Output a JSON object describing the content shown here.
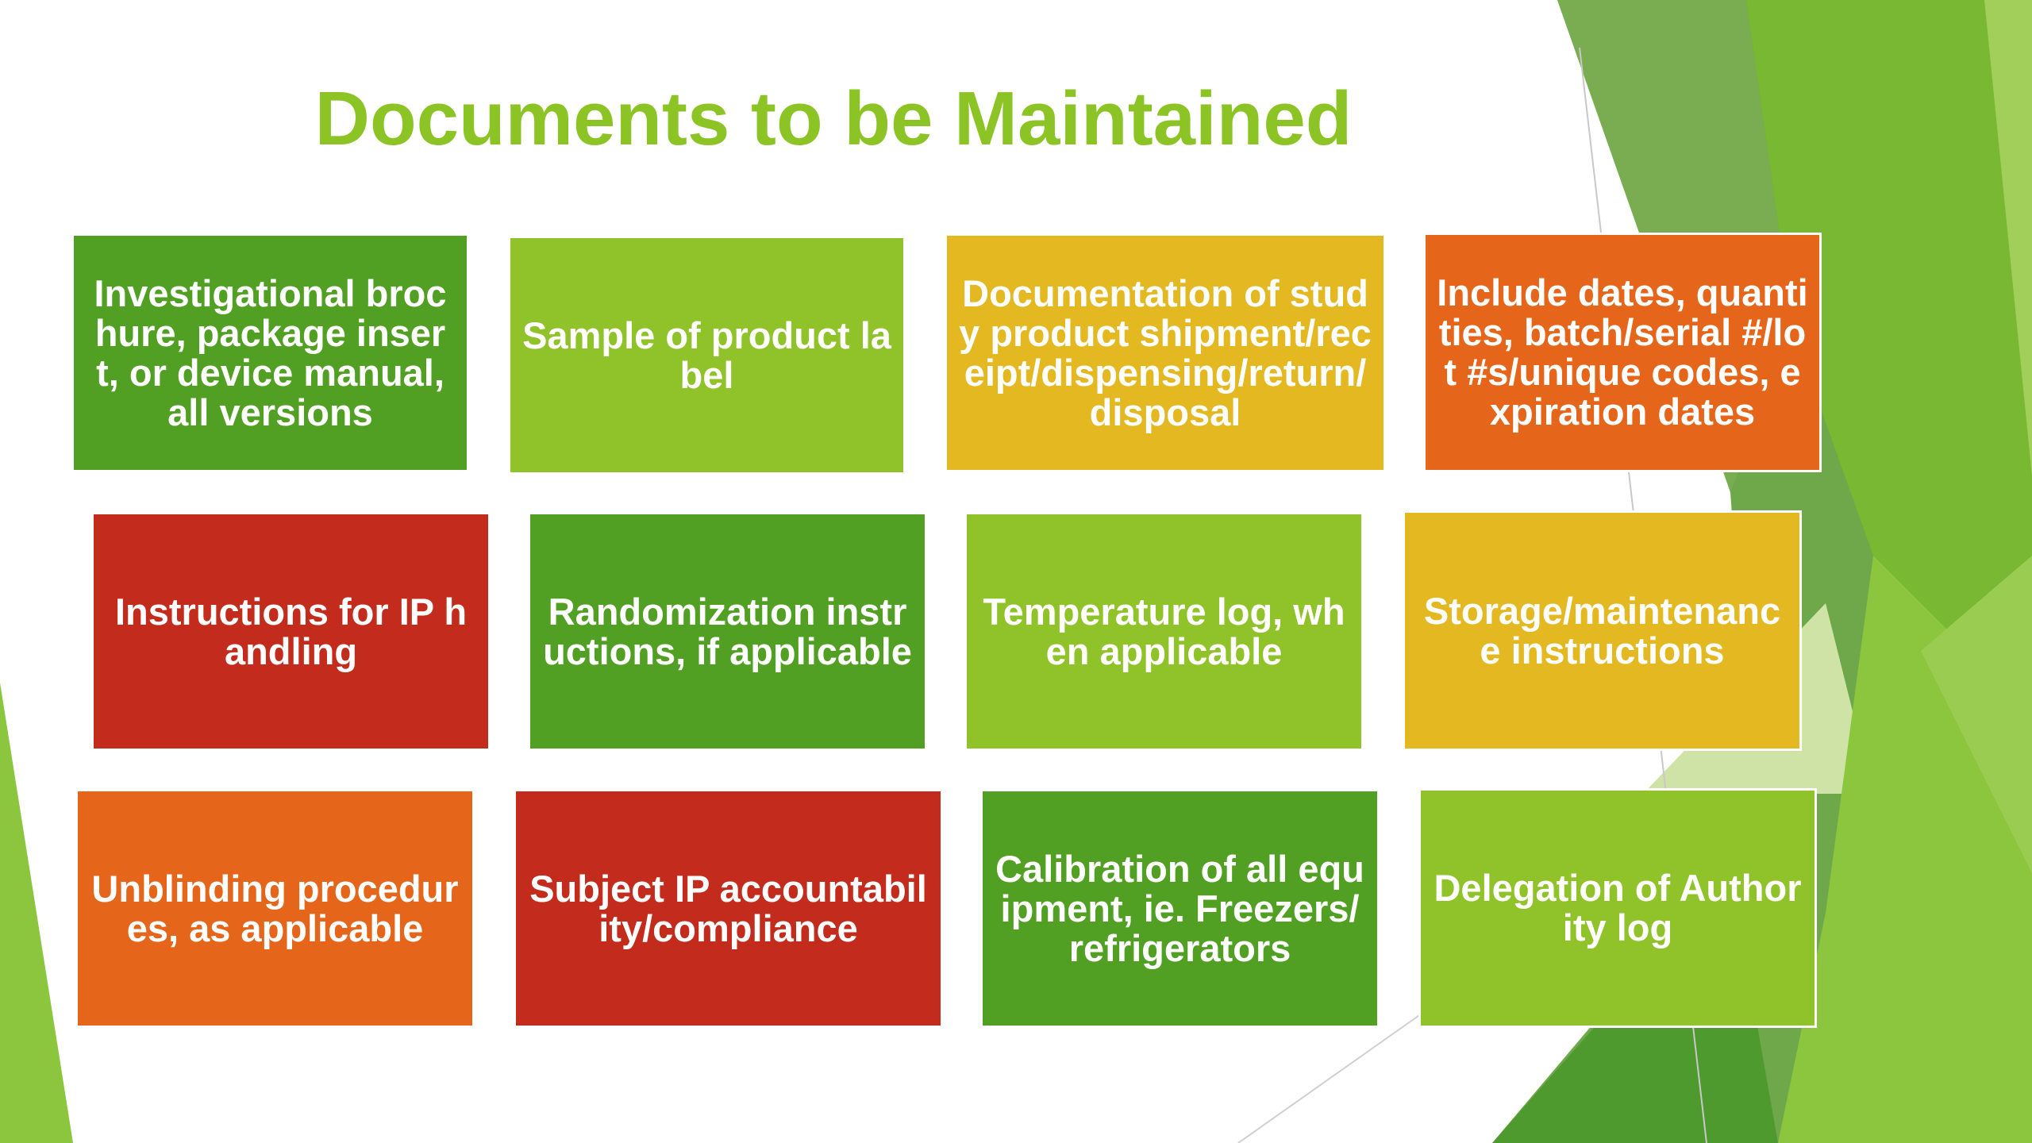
{
  "slide": {
    "title": "Documents to be Maintained",
    "colors": {
      "title": "#8cc425",
      "dark_green": "#52a023",
      "light_green": "#90c22a",
      "yellow": "#e3b821",
      "orange": "#e5661a",
      "red": "#c32c1c"
    },
    "boxes": [
      {
        "text": "Investigational brochure, package insert, or device manual, all versions",
        "color": "#52a023"
      },
      {
        "text": "Sample of product label",
        "color": "#90c22a"
      },
      {
        "text": "Documentation of study product shipment/receipt/dispensing/return/disposal",
        "color": "#e3b821"
      },
      {
        "text": "Include dates, quantities, batch/serial #/lot #s/unique codes, expiration dates",
        "color": "#e5661a"
      },
      {
        "text": "Instructions for IP handling",
        "color": "#c32c1c"
      },
      {
        "text": "Randomization instructions, if applicable",
        "color": "#52a023"
      },
      {
        "text": "Temperature log, when applicable",
        "color": "#90c22a"
      },
      {
        "text": "Storage/maintenance instructions",
        "color": "#e3b821"
      },
      {
        "text": "Unblinding procedures, as applicable",
        "color": "#e5661a"
      },
      {
        "text": "Subject IP accountability/compliance",
        "color": "#c32c1c"
      },
      {
        "text": "Calibration of all equipment, ie. Freezers/refrigerators",
        "color": "#52a023"
      },
      {
        "text": "Delegation of Authority log",
        "color": "#90c22a"
      }
    ]
  }
}
